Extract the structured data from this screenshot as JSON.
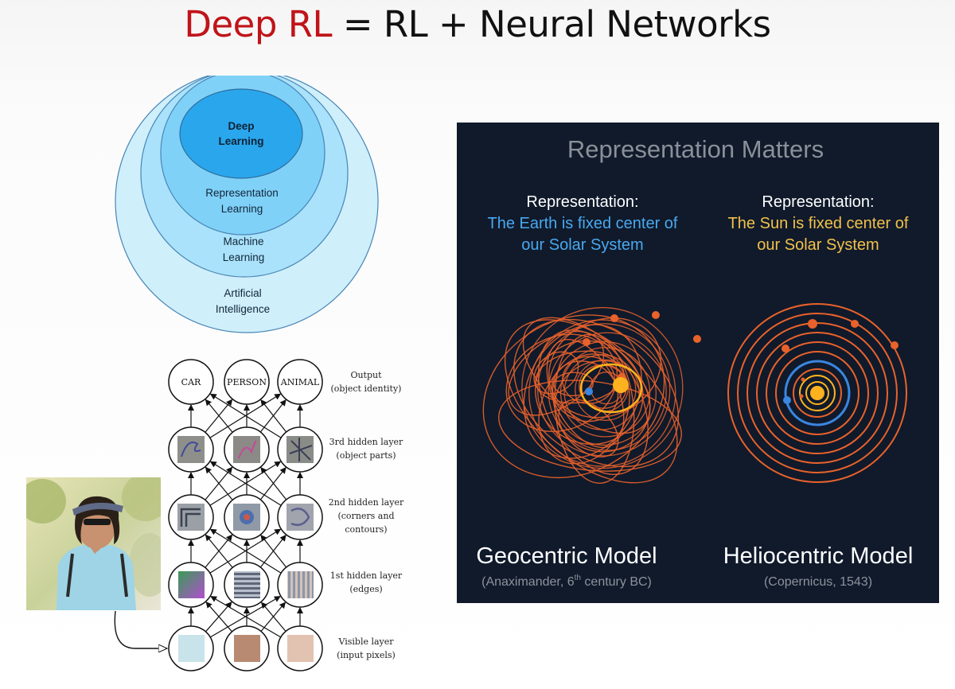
{
  "slide": {
    "title_highlight": "Deep RL",
    "title_rest": " = RL + Neural Networks"
  },
  "colors": {
    "title_highlight": "#c0141a",
    "panel_bg": "#101a2b",
    "earth_text": "#4aa8ee",
    "sun_text": "#f2c14a",
    "orbit": "#e9622b",
    "sun": "#ffb21f",
    "earth": "#3b86e0"
  },
  "venn": {
    "deep_learning": [
      "Deep",
      "Learning"
    ],
    "representation_learning": [
      "Representation",
      "Learning"
    ],
    "machine_learning": [
      "Machine",
      "Learning"
    ],
    "artificial_intelligence": [
      "Artificial",
      "Intelligence"
    ]
  },
  "network": {
    "outputs": [
      "CAR",
      "PERSON",
      "ANIMAL"
    ],
    "layers": [
      {
        "name": "Output",
        "sub": "(object identity)"
      },
      {
        "name": "3rd hidden layer",
        "sub": "(object parts)"
      },
      {
        "name": "2nd hidden layer",
        "sub": "(corners and",
        "sub2": "contours)"
      },
      {
        "name": "1st hidden layer",
        "sub": "(edges)"
      },
      {
        "name": "Visible layer",
        "sub": "(input pixels)"
      }
    ]
  },
  "representation": {
    "title": "Representation Matters",
    "left": {
      "label": "Representation:",
      "line1": "The Earth is fixed center of",
      "line2": "our Solar System",
      "model": "Geocentric Model",
      "credit_pre": "(Anaximander, 6",
      "credit_sup": "th",
      "credit_post": " century BC)"
    },
    "right": {
      "label": "Representation:",
      "line1": "The Sun is fixed center of",
      "line2": "our Solar System",
      "model": "Heliocentric Model",
      "credit": "(Copernicus, 1543)"
    }
  }
}
